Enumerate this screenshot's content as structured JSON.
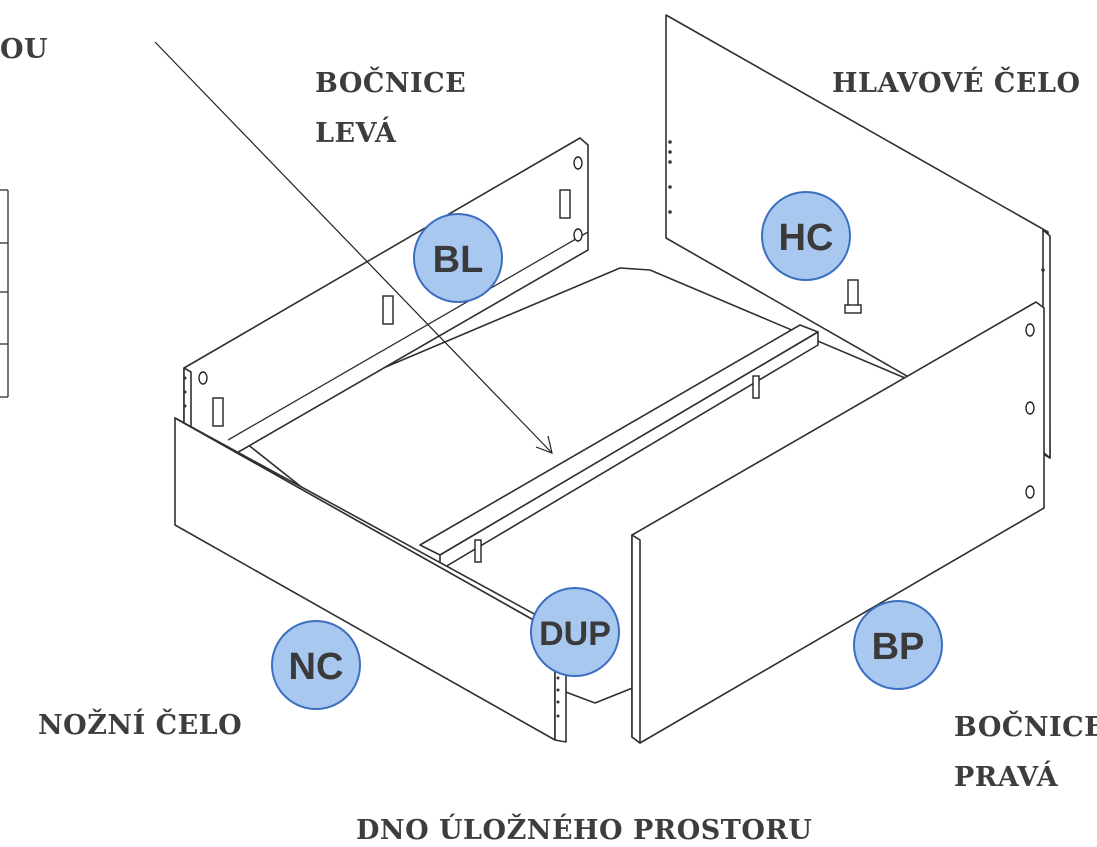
{
  "labels": {
    "partial_top_left": "OU",
    "bocnice_leva_line1": "BOČNICE",
    "bocnice_leva_line2": "LEVÁ",
    "hlavove_celo": "HLAVOVÉ ČELO",
    "nozni_celo": "NOŽNÍ ČELO",
    "bocnice_prava_line1": "BOČNICE",
    "bocnice_prava_line2": "PRAVÁ",
    "dno": "DNO ÚLOŽNÉHO PROSTORU"
  },
  "badges": {
    "bl": "BL",
    "hc": "HC",
    "nc": "NC",
    "dup": "DUP",
    "bp": "BP"
  },
  "colors": {
    "badge_fill": "#a8c8f0",
    "badge_stroke": "#3c6fc0",
    "label_text": "#3d3d3d",
    "line": "#303030"
  }
}
